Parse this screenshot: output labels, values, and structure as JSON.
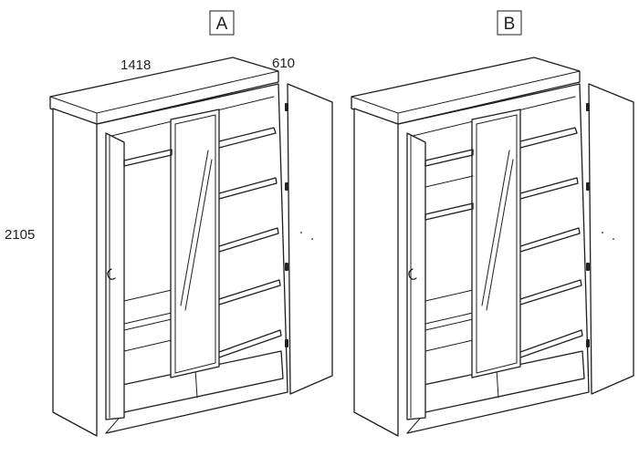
{
  "variants": [
    {
      "id": "a",
      "label": "A"
    },
    {
      "id": "b",
      "label": "B"
    }
  ],
  "dimensions": {
    "width": "1418",
    "depth": "610",
    "height": "2105"
  }
}
